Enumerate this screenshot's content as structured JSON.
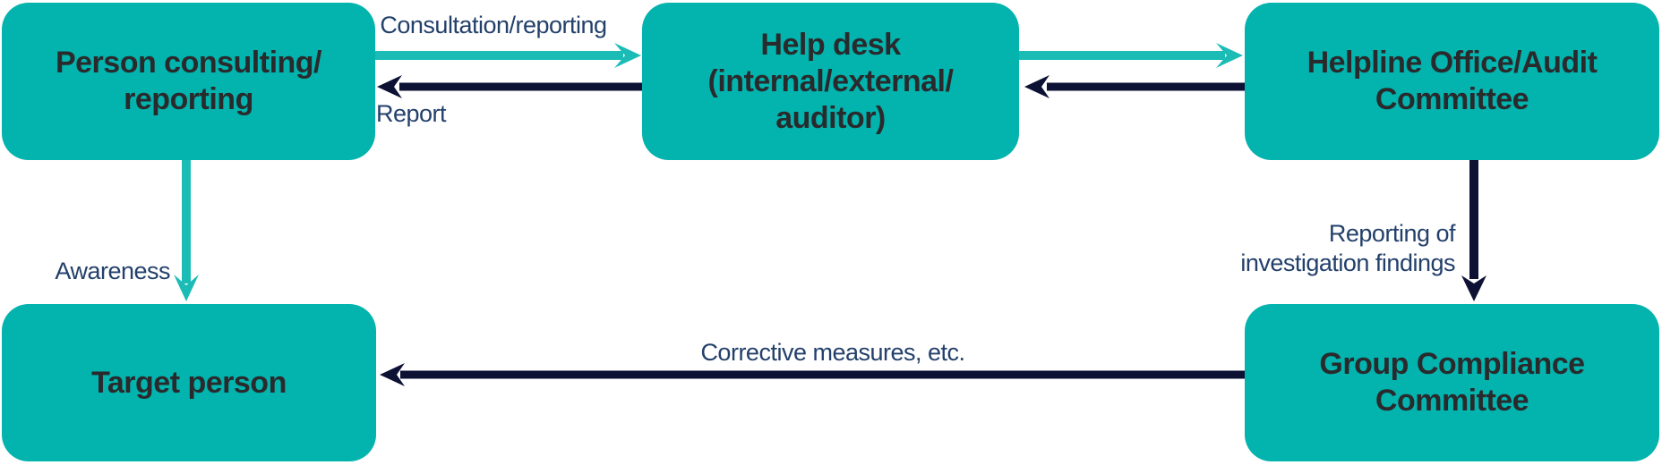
{
  "colors": {
    "teal": "#02b3ae",
    "teal_arrow": "#1cbcb6",
    "navy_arrow": "#0d1134",
    "label_text": "#23406b",
    "node_text": "#2a2a2c",
    "background": "#ffffff"
  },
  "nodes": {
    "person_consulting": {
      "label": "Person consulting/\nreporting"
    },
    "help_desk": {
      "label": "Help desk\n(internal/external/\nauditor)"
    },
    "helpline_office": {
      "label": "Helpline Office/Audit\nCommittee"
    },
    "target_person": {
      "label": "Target person"
    },
    "group_compliance": {
      "label": "Group Compliance\nCommittee"
    }
  },
  "arrow_labels": {
    "consultation": "Consultation/reporting",
    "report": "Report",
    "awareness": "Awareness",
    "investigation": "Reporting of\ninvestigation findings",
    "corrective": "Corrective measures, etc."
  }
}
